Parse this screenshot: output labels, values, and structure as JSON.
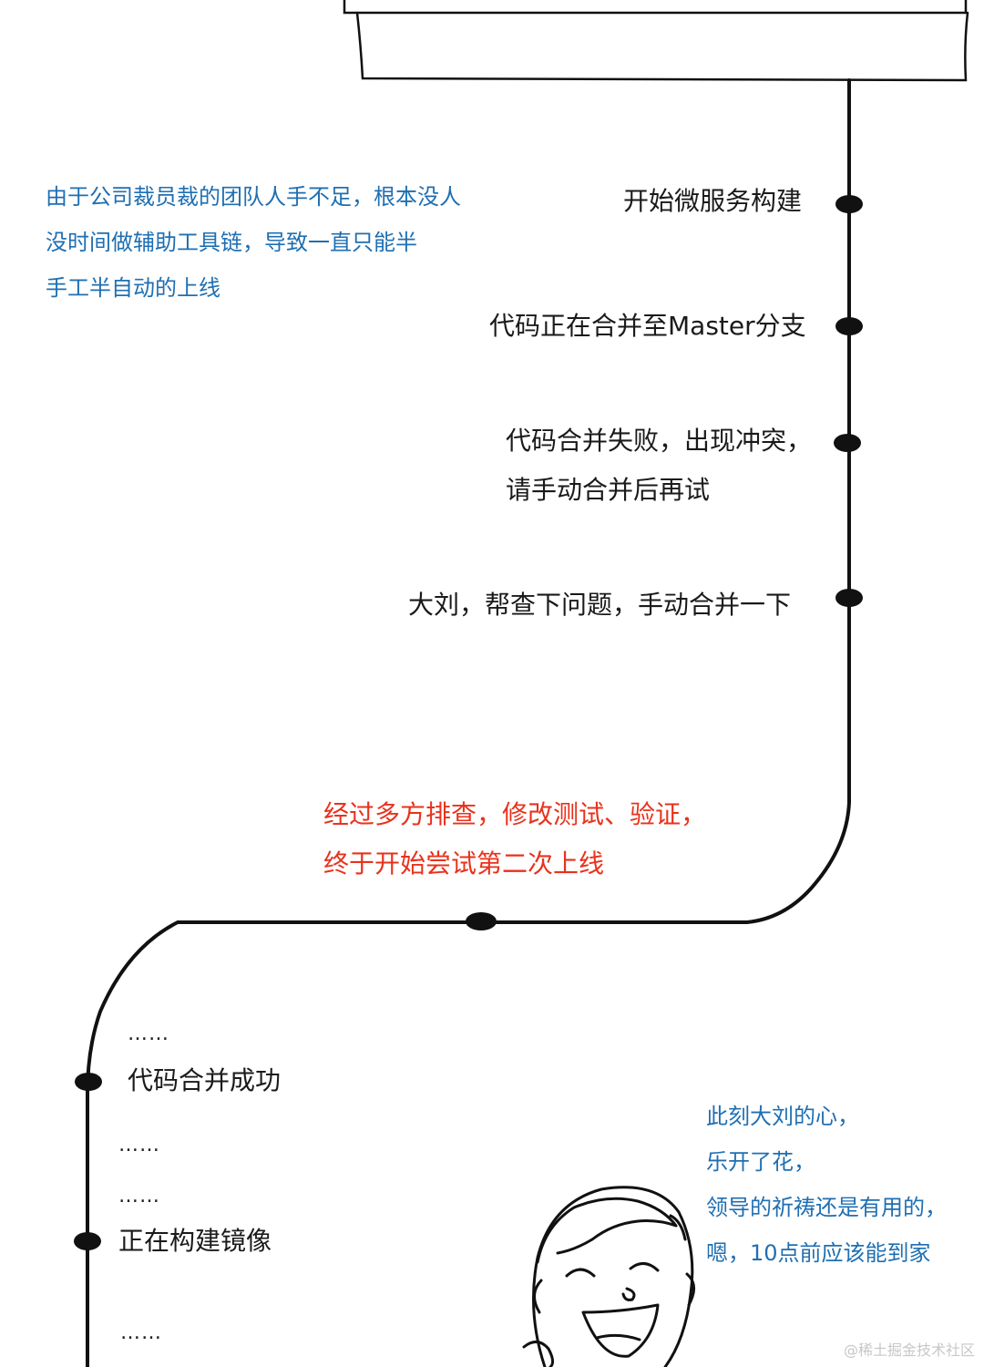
{
  "left_note": [
    "由于公司裁员裁的团队人手不足，根本没人",
    "没时间做辅助工具链，导致一直只能半",
    "手工半自动的上线"
  ],
  "upper_events": {
    "e1": "开始微服务构建",
    "e2": "代码正在合并至Master分支",
    "e3_line1": "代码合并失败，出现冲突，",
    "e3_line2": "请手动合并后再试",
    "e4": "大刘，帮查下问题，手动合并一下"
  },
  "red_note": [
    "经过多方排查，修改测试、验证，",
    "终于开始尝试第二次上线"
  ],
  "lower_events": {
    "ellipsis": "……",
    "success": "代码合并成功",
    "building_image": "正在构建镜像"
  },
  "right_note": [
    "此刻大刘的心，",
    "乐开了花，",
    "领导的祈祷还是有用的，",
    "嗯，10点前应该能到家"
  ],
  "watermark": "@稀土掘金技术社区",
  "colors": {
    "blue_text": "#1f6fb2",
    "red_text": "#e8321c",
    "track": "#111111"
  }
}
